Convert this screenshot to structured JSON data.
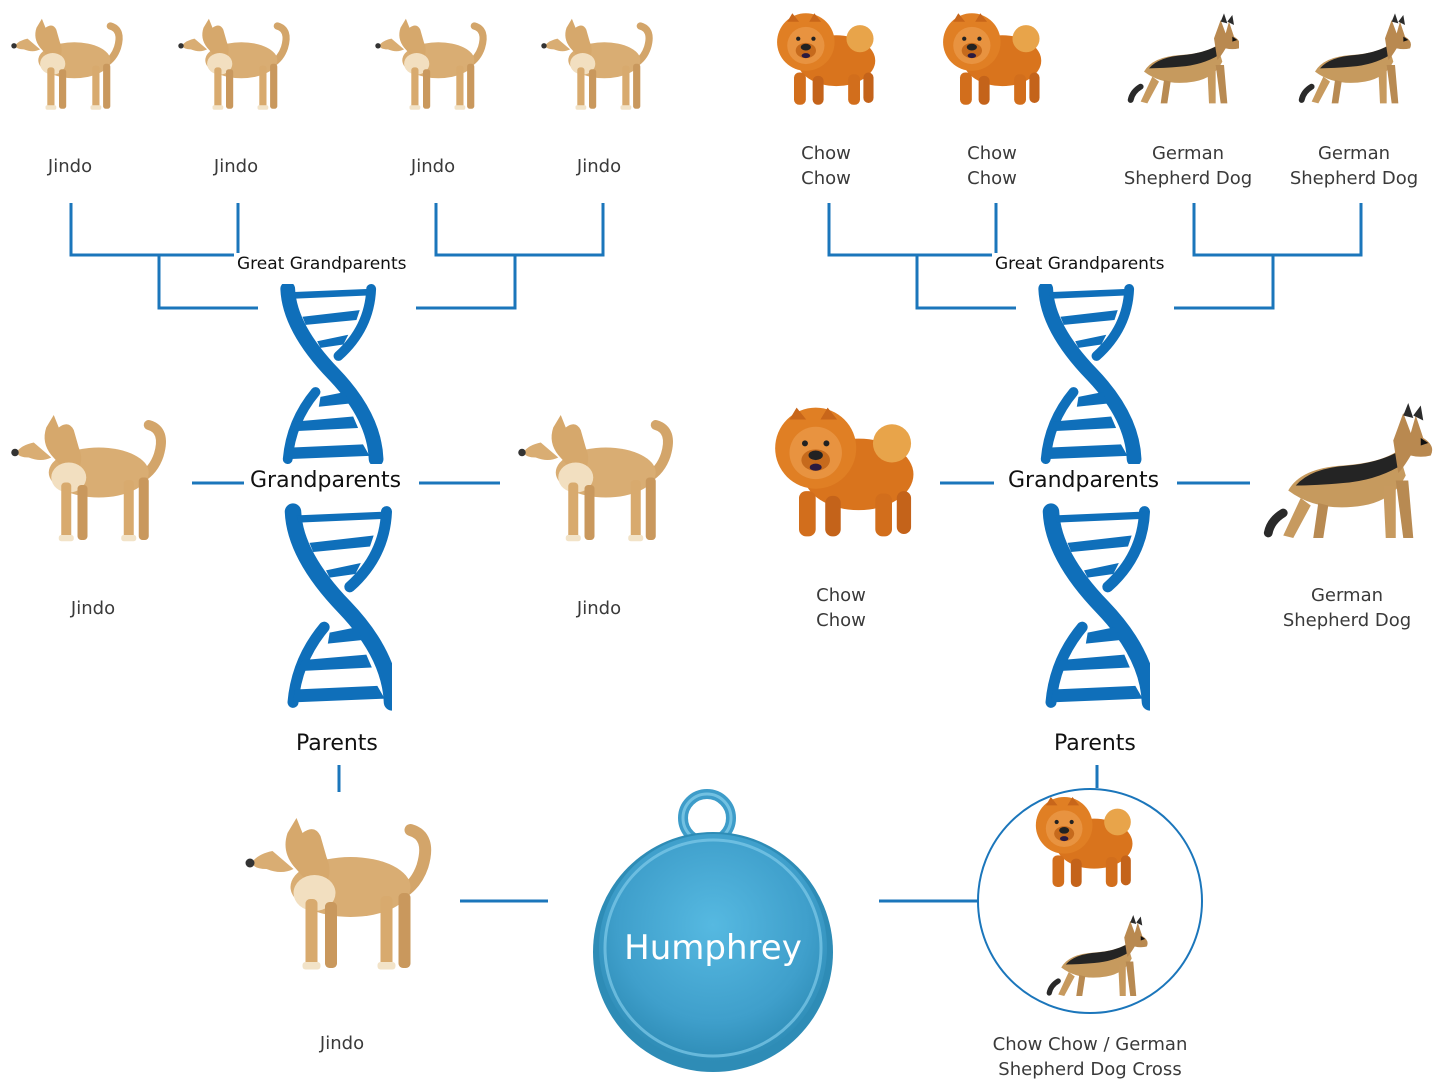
{
  "labels": {
    "great_grandparents": "Great Grandparents",
    "grandparents": "Grandparents",
    "parents": "Parents"
  },
  "dog_name": "Humphrey",
  "left": {
    "great_grandparents": [
      "Jindo",
      "Jindo",
      "Jindo",
      "Jindo"
    ],
    "grandparents": [
      "Jindo",
      "Jindo"
    ],
    "parent": "Jindo"
  },
  "right": {
    "great_grandparents": [
      {
        "line1": "Chow",
        "line2": "Chow"
      },
      {
        "line1": "Chow",
        "line2": "Chow"
      },
      {
        "line1": "German",
        "line2": "Shepherd Dog"
      },
      {
        "line1": "German",
        "line2": "Shepherd Dog"
      }
    ],
    "grandparents": [
      {
        "line1": "Chow",
        "line2": "Chow"
      },
      {
        "line1": "German",
        "line2": "Shepherd Dog"
      }
    ],
    "parent": {
      "line1": "Chow Chow / German",
      "line2": "Shepherd Dog Cross"
    }
  },
  "colors": {
    "line": "#1b76bb",
    "dna": "#0f6fba",
    "tag": "#4aabd4",
    "tag_dark": "#2e8cb6"
  },
  "icons": {
    "jindo": "jindo-dog-icon",
    "chow": "chow-chow-dog-icon",
    "gsd": "german-shepherd-dog-icon",
    "dna": "dna-helix-icon",
    "tag": "pet-tag-icon"
  }
}
